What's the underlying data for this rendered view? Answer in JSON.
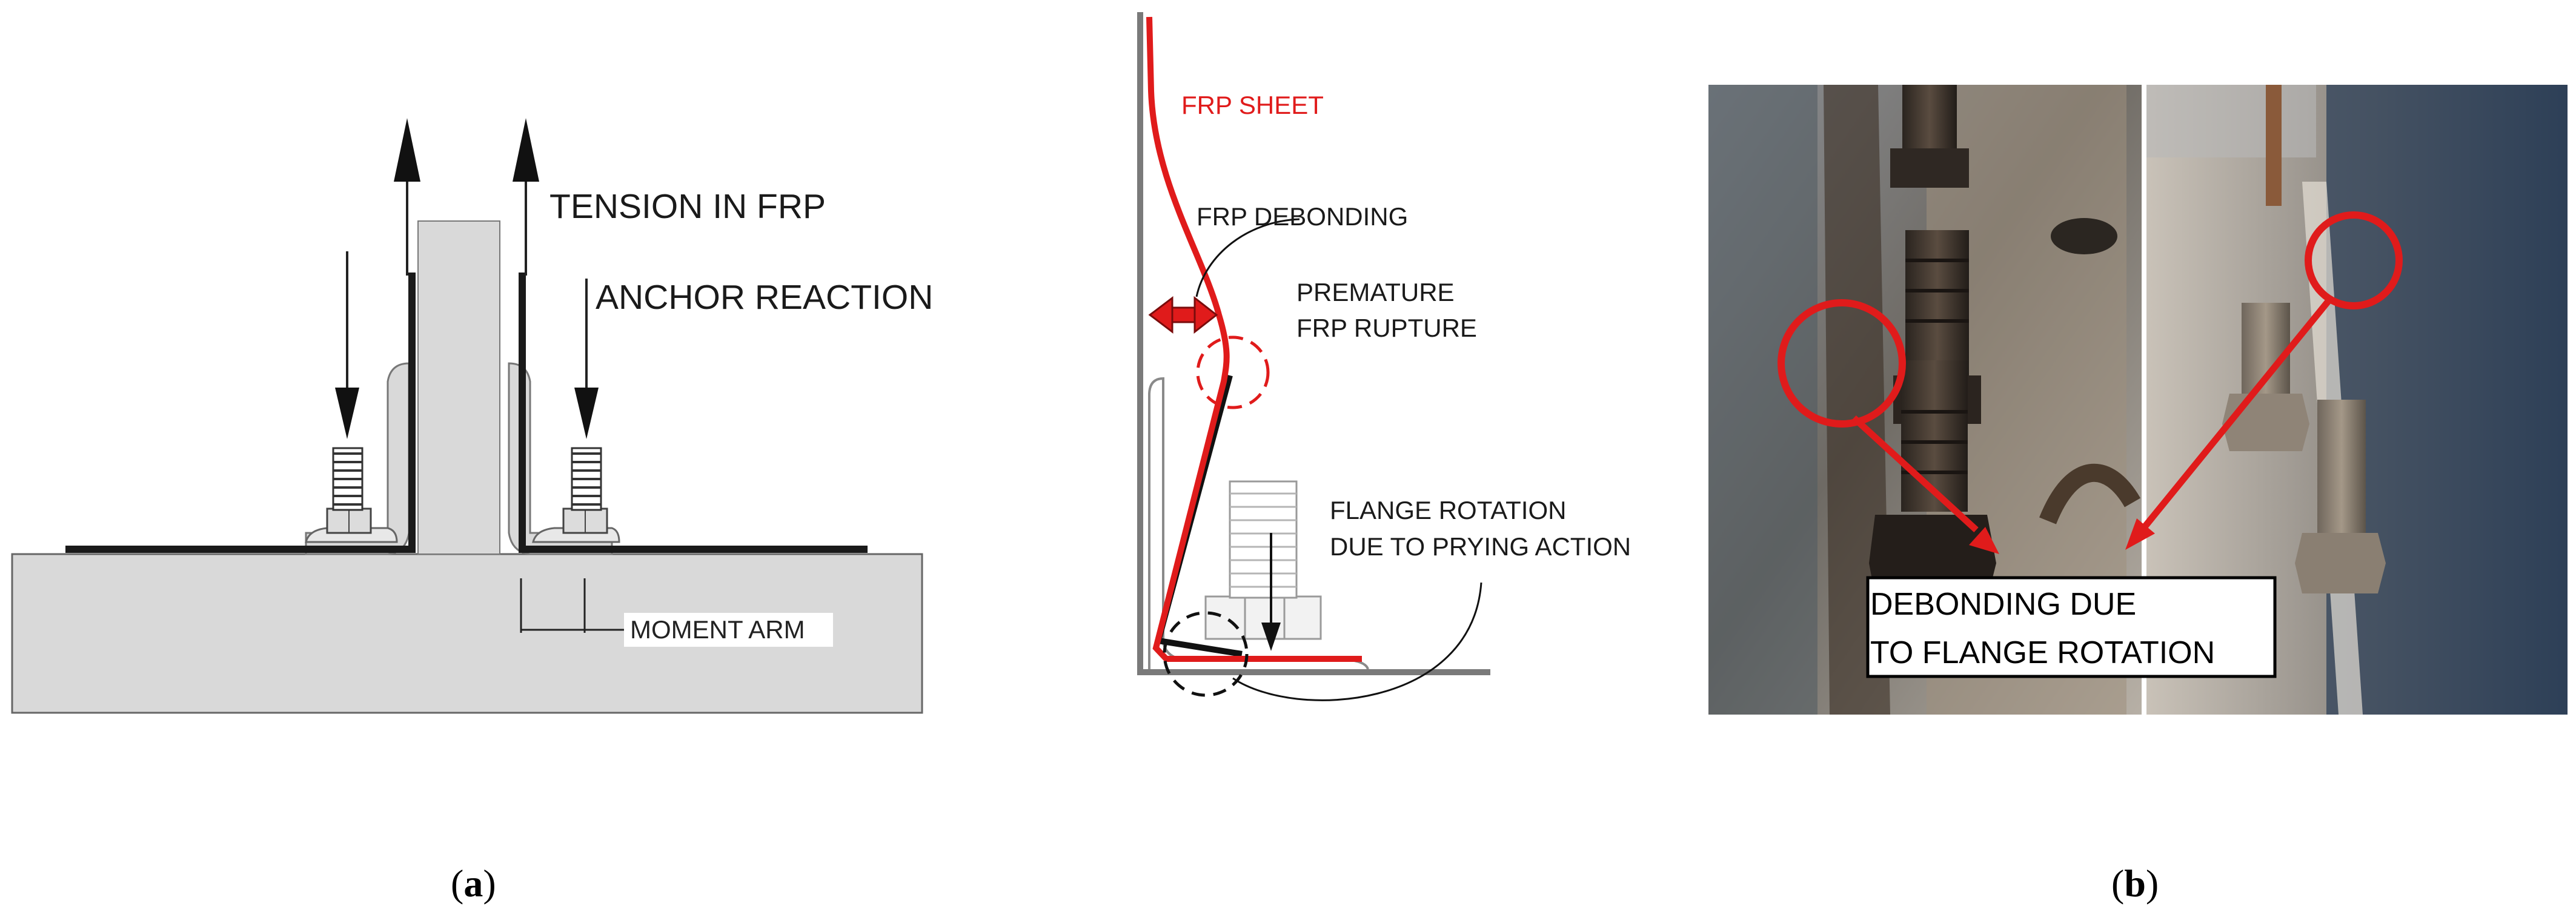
{
  "panel_a": {
    "tension_label": "TENSION IN FRP",
    "anchor_label": "ANCHOR REACTION",
    "moment_label": "MOMENT ARM",
    "caption_open": "(",
    "caption_letter": "a",
    "caption_close": ")"
  },
  "panel_b_sketch": {
    "frp_sheet_label": "FRP SHEET",
    "debonding_label": "FRP DEBONDING",
    "rupture_line1": "PREMATURE",
    "rupture_line2": "FRP RUPTURE",
    "flange_line1": "FLANGE ROTATION",
    "flange_line2": "DUE TO PRYING ACTION"
  },
  "panel_b_photo": {
    "callout_line1": "DEBONDING DUE",
    "callout_line2": "TO FLANGE ROTATION",
    "caption_open": "(",
    "caption_letter": "b",
    "caption_close": ")"
  },
  "colors": {
    "frp_red": "#e01b1b",
    "steel_gray": "#d9d9d9",
    "outline": "#555555"
  }
}
